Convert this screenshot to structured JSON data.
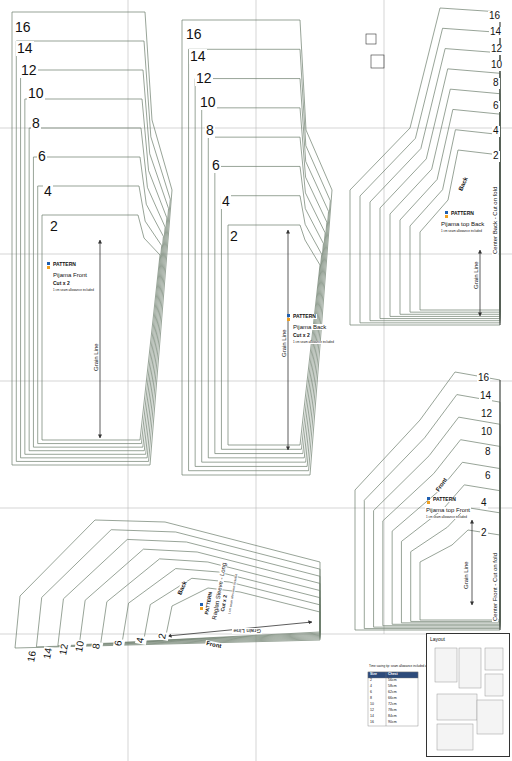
{
  "diagram": {
    "nodes": [
      {
        "text": [
          "Layout"
        ]
      }
    ],
    "labels": [
      "16",
      "14",
      "12",
      "10",
      "8",
      "6",
      "4",
      "2",
      "PATTERN",
      "Pijama Front",
      "Cut x 2",
      "1 cm seam allowance included",
      "Grain Line",
      "16",
      "14",
      "12",
      "10",
      "8",
      "6",
      "4",
      "2",
      "PATTERN",
      "Pijama Back",
      "Cut x 2",
      "1 cm seam allowance included",
      "Grain Line",
      "16",
      "14",
      "12",
      "10",
      "8",
      "6",
      "4",
      "2",
      "Back",
      "PATTERN",
      "Pijama top Back",
      "1 cm seam allowance included",
      "Center Back - Cut on fold",
      "Grain Line",
      "16",
      "14",
      "12",
      "10",
      "8",
      "6",
      "4",
      "2",
      "Front",
      "PATTERN",
      "Pijama top Front",
      "1 cm seam allowance included",
      "Center Front - Cut on fold",
      "Grain Line",
      "16",
      "14",
      "12",
      "10",
      "8",
      "6",
      "4",
      "2",
      "Back",
      "PATTERN",
      "Raglan Sleeve - Long",
      "Cut x 2",
      "1 cm seam allowance included",
      "Grain Line",
      "Front",
      "Time saving tip: seam allowance included all around",
      "Size",
      "Chest",
      "2",
      "56cm",
      "4",
      "58cm",
      "6",
      "62cm",
      "8",
      "66cm",
      "10",
      "72cm",
      "12",
      "78cm",
      "14",
      "84cm",
      "16",
      "90cm"
    ]
  }
}
